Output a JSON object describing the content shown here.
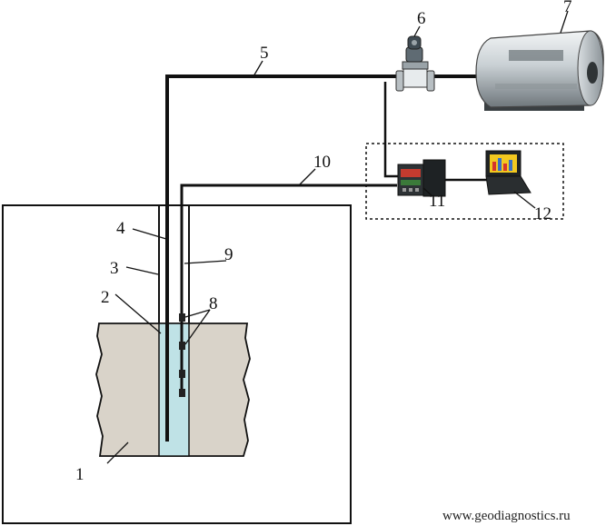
{
  "labels": {
    "n1": "1",
    "n2": "2",
    "n3": "3",
    "n4": "4",
    "n5": "5",
    "n6": "6",
    "n7": "7",
    "n8": "8",
    "n9": "9",
    "n10": "10",
    "n11": "11",
    "n12": "12"
  },
  "credit": "www.geodiagnostics.ru"
}
